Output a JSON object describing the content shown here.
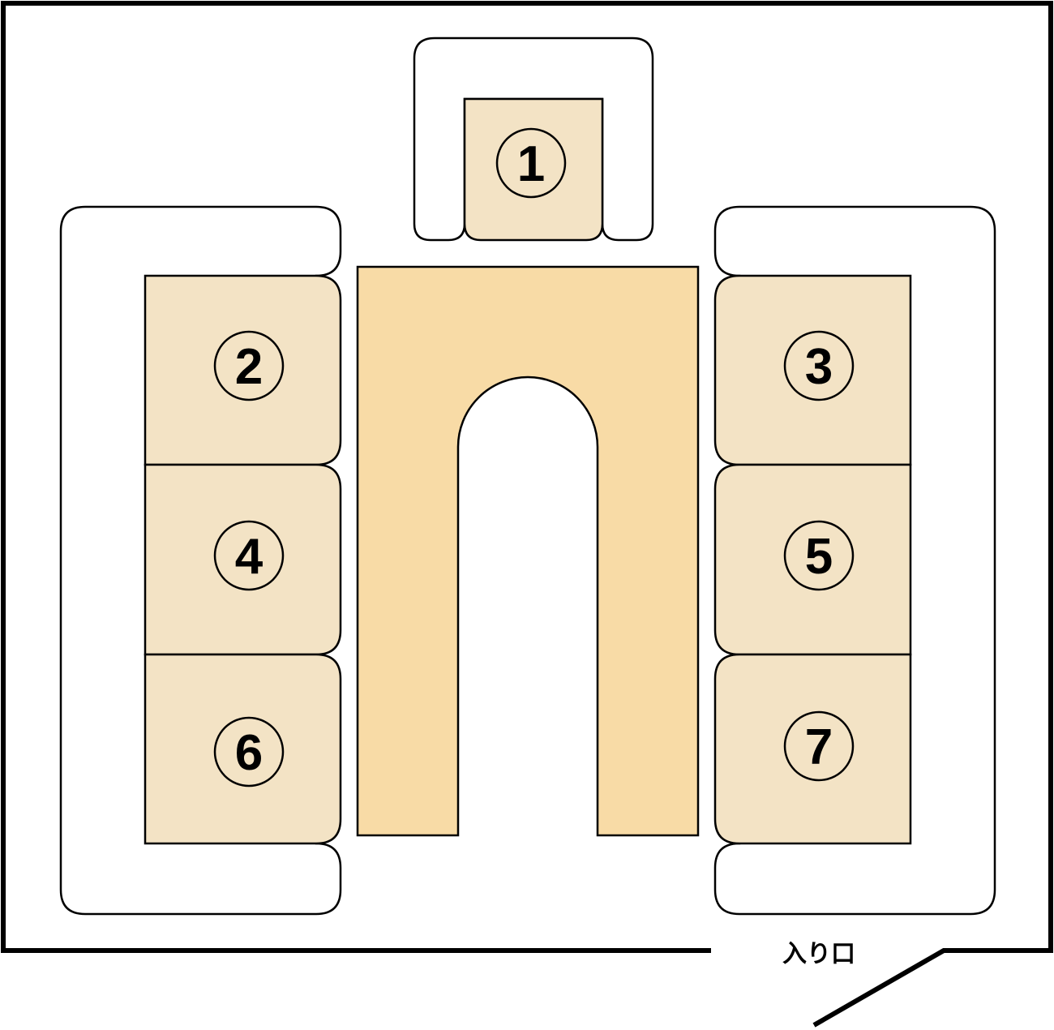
{
  "diagram": {
    "entrance_label": "入り口",
    "seats": [
      {
        "number": "1"
      },
      {
        "number": "2"
      },
      {
        "number": "3"
      },
      {
        "number": "4"
      },
      {
        "number": "5"
      },
      {
        "number": "6"
      },
      {
        "number": "7"
      }
    ],
    "colors": {
      "seat": "#F3E3C5",
      "table": "#F8DBA6",
      "sofa_frame": "#FFFFFF",
      "line": "#000000"
    }
  }
}
